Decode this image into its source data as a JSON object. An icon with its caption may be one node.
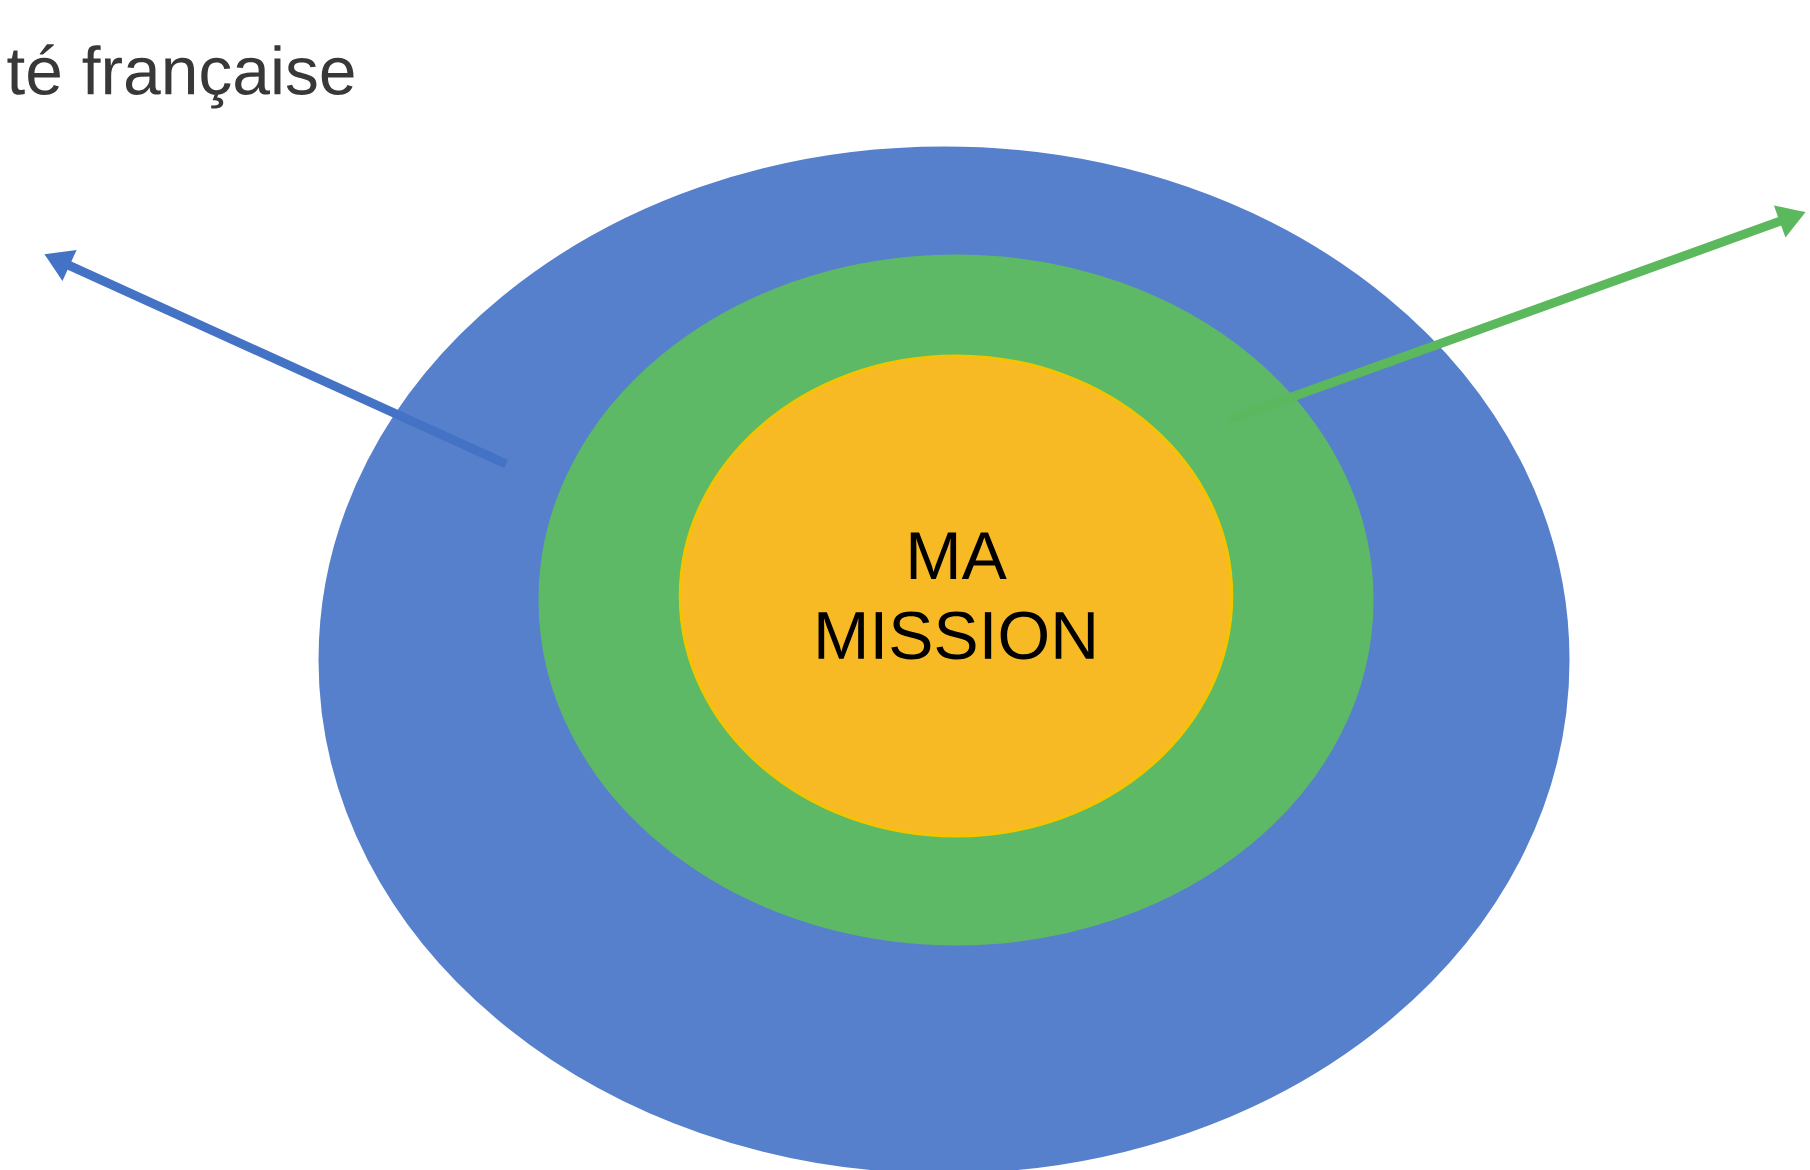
{
  "diagram": {
    "nodes": [
      {
        "text": [],
        "shape": "ellipse"
      },
      {
        "text": [],
        "shape": "ellipse",
        "in": 0
      },
      {
        "text": [
          "MA MISSION"
        ],
        "in": 1
      }
    ],
    "edges": [
      {
        "from": 0,
        "to": null,
        "arrow": "to",
        "color": "#4472c4"
      },
      {
        "from": 1,
        "to": null,
        "arrow": "to",
        "color": "#5cb85c"
      }
    ],
    "labels": [
      "té française"
    ]
  }
}
